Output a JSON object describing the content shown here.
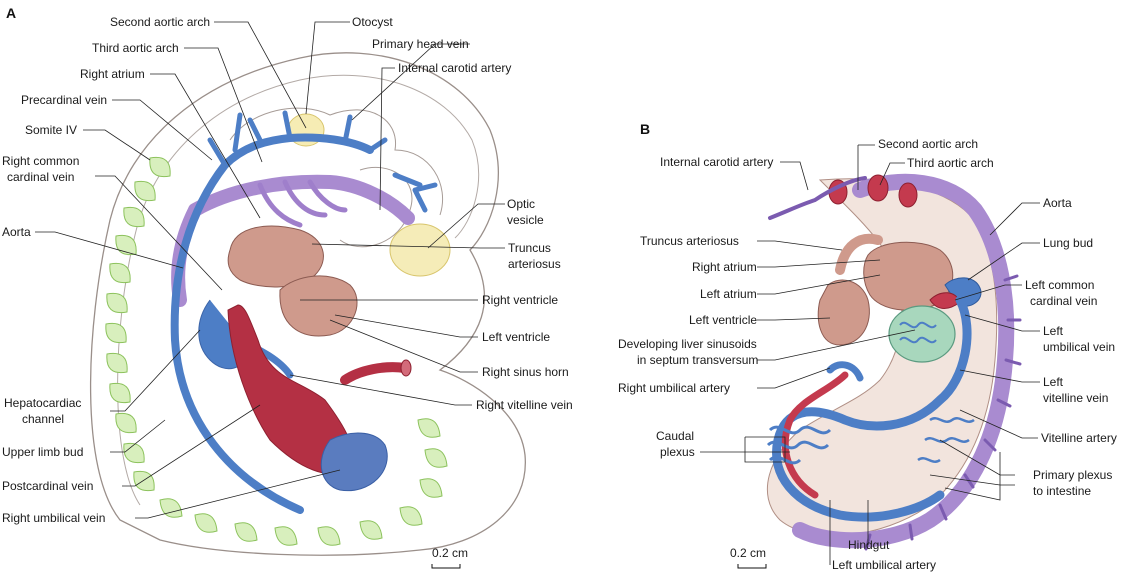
{
  "panel_a": {
    "letter": "A",
    "labels": {
      "second_aortic_arch": "Second aortic arch",
      "otocyst": "Otocyst",
      "third_aortic_arch": "Third aortic arch",
      "primary_head_vein": "Primary head vein",
      "right_atrium": "Right atrium",
      "internal_carotid_artery": "Internal carotid artery",
      "precardinal_vein": "Precardinal vein",
      "somite_iv": "Somite IV",
      "right_common_cardinal_vein_1": "Right common",
      "right_common_cardinal_vein_2": "cardinal vein",
      "optic_vesicle_1": "Optic",
      "optic_vesicle_2": "vesicle",
      "aorta": "Aorta",
      "truncus_arteriosus_1": "Truncus",
      "truncus_arteriosus_2": "arteriosus",
      "right_ventricle": "Right ventricle",
      "left_ventricle": "Left ventricle",
      "right_sinus_horn": "Right sinus horn",
      "right_vitelline_vein": "Right vitelline vein",
      "hepatocardiac_channel_1": "Hepatocardiac",
      "hepatocardiac_channel_2": "channel",
      "upper_limb_bud": "Upper limb bud",
      "postcardinal_vein": "Postcardinal vein",
      "right_umbilical_vein": "Right umbilical vein"
    },
    "scale": "0.2 cm"
  },
  "panel_b": {
    "letter": "B",
    "labels": {
      "second_aortic_arch": "Second aortic arch",
      "internal_carotid_artery": "Internal carotid artery",
      "third_aortic_arch": "Third aortic arch",
      "aorta": "Aorta",
      "truncus_arteriosus": "Truncus arteriosus",
      "lung_bud": "Lung bud",
      "right_atrium": "Right atrium",
      "left_atrium": "Left atrium",
      "left_common_cardinal_vein_1": "Left common",
      "left_common_cardinal_vein_2": "cardinal vein",
      "left_ventricle": "Left ventricle",
      "left_umbilical_vein_1": "Left",
      "left_umbilical_vein_2": "umbilical vein",
      "developing_liver_1": "Developing liver sinusoids",
      "developing_liver_2": "in septum transversum",
      "right_umbilical_artery": "Right umbilical artery",
      "left_vitelline_vein_1": "Left",
      "left_vitelline_vein_2": "vitelline vein",
      "caudal_plexus_1": "Caudal",
      "caudal_plexus_2": "plexus",
      "vitelline_artery": "Vitelline artery",
      "primary_plexus_1": "Primary plexus",
      "primary_plexus_2": "to intestine",
      "hindgut": "Hindgut",
      "left_umbilical_artery": "Left umbilical artery"
    },
    "scale": "0.2 cm"
  },
  "colors": {
    "vein": "#4a7cc4",
    "artery": "#a0283c",
    "aorta": "#9b7ec8",
    "heart": "#cf9a8c",
    "somite": "#c8e6a0",
    "yolk": "#f3e6a8",
    "liver": "#9fd0b6"
  }
}
